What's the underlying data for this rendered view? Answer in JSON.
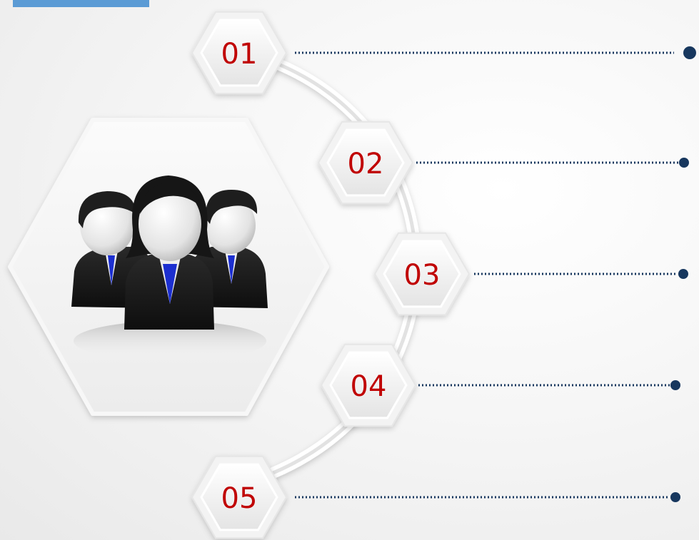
{
  "items": [
    {
      "label": "01"
    },
    {
      "label": "02"
    },
    {
      "label": "03"
    },
    {
      "label": "04"
    },
    {
      "label": "05"
    }
  ],
  "icon": "team-people-icon",
  "colors": {
    "number": "#c00000",
    "connector": "#17375e",
    "accent_tab": "#5b9bd5"
  }
}
